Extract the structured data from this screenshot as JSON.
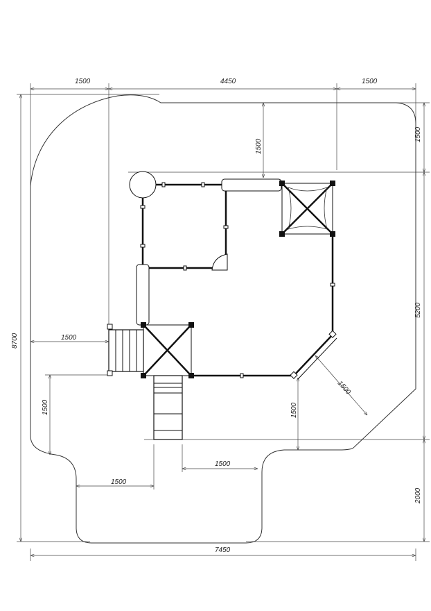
{
  "title": "Playground equipment layout plan with safety zone",
  "dimensions": {
    "top_left": "1500",
    "top_middle": "4450",
    "top_right": "1500",
    "right_top": "1500",
    "right_middle": "5200",
    "right_bottom": "2000",
    "left_total": "8700",
    "bottom_total": "7450",
    "inner_top_vertical": "1500",
    "inner_left_horizontal": "1500",
    "inner_left_vertical": "1500",
    "diagonal": "1500",
    "inner_right_vertical": "1500",
    "inner_bottom_horizontal": "1500",
    "inner_lower_horizontal": "1500"
  }
}
